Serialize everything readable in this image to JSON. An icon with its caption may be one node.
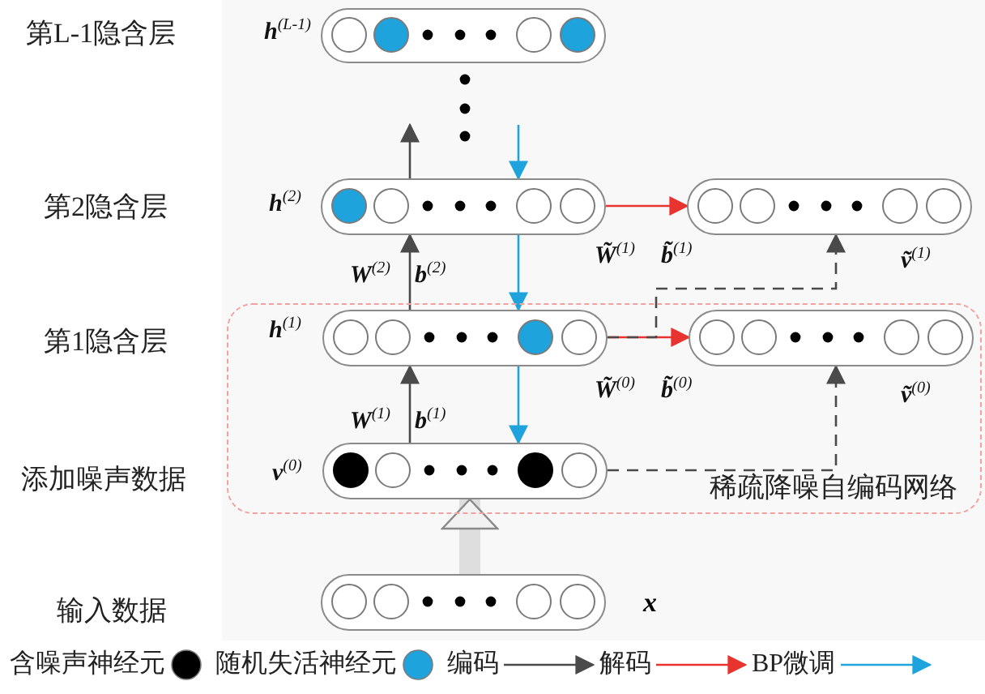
{
  "diagram": {
    "nodes": [
      {
        "text": [],
        "shape": "pill",
        "beside": [
          "**h**$^{(L-1)}$"
        ]
      },
      {
        "text": [],
        "shape": "pill",
        "beside": [
          "**h**$^{(2)}$"
        ]
      },
      {
        "text": [],
        "shape": "pill",
        "beside": [
          "**ṽ**$^{(1)}$"
        ]
      },
      {
        "text": [
          "稀疏降噪自编码网络"
        ]
      },
      {
        "text": [],
        "shape": "pill",
        "in": 3,
        "beside": [
          "**h**$^{(1)}$"
        ]
      },
      {
        "text": [],
        "shape": "pill",
        "in": 3,
        "beside": [
          "**ṽ**$^{(0)}$"
        ]
      },
      {
        "text": [],
        "shape": "pill",
        "in": 3,
        "beside": [
          "**v**$^{(0)}$"
        ]
      },
      {
        "text": [],
        "shape": "pill",
        "beside": [
          "x"
        ]
      }
    ],
    "edges": [
      {
        "from": 1,
        "to": null,
        "arrow": "to"
      },
      {
        "from": null,
        "to": 1,
        "arrow": "to",
        "color": "#1fa3dc"
      },
      {
        "from": 4,
        "to": 1,
        "arrow": "to"
      },
      {
        "from": 1,
        "to": 4,
        "arrow": "to",
        "color": "#1fa3dc"
      },
      {
        "from": 6,
        "to": 4,
        "arrow": "to"
      },
      {
        "from": 4,
        "to": 6,
        "arrow": "to",
        "color": "#1fa3dc"
      },
      {
        "from": 7,
        "to": 6,
        "arrow": "to",
        "style": "thick",
        "color": "#dedede"
      },
      {
        "from": 1,
        "to": 2,
        "arrow": "to",
        "color": "#e8332f"
      },
      {
        "from": 4,
        "to": 5,
        "arrow": "to",
        "color": "#e8332f"
      },
      {
        "from": 4,
        "to": 2,
        "arrow": "to",
        "style": "dashed"
      },
      {
        "from": 6,
        "to": 5,
        "arrow": "to",
        "style": "dashed"
      }
    ],
    "labels": [
      "第L-1隐含层",
      "第2隐含层",
      "**W**$^{(2)}$",
      "**b**$^{(2)}$",
      "**W̃**$^{(1)}$",
      "**b̃**$^{(1)}$",
      "第1隐含层",
      "**W̃**$^{(0)}$",
      "**b̃**$^{(0)}$",
      "**W**$^{(1)}$",
      "**b**$^{(1)}$",
      "添加噪声数据",
      "输入数据"
    ],
    "legend": [
      {
        "text": "含噪声神经元",
        "color": "#000000"
      },
      {
        "text": "随机失活神经元",
        "color": "#1fa3dc"
      },
      {
        "text": "编码"
      },
      {
        "text": "解码"
      },
      {
        "text": "BP微调"
      }
    ]
  }
}
